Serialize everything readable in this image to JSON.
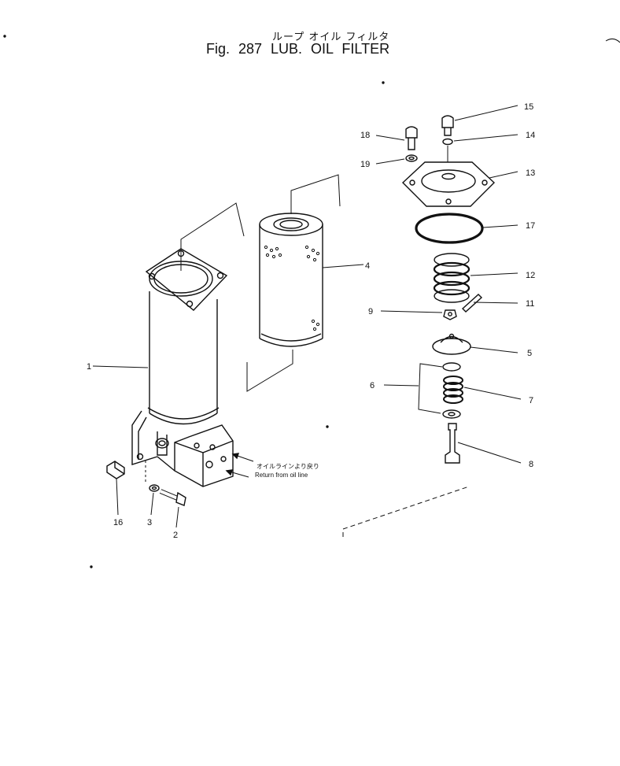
{
  "title": {
    "japanese": "ループ オイル フィルタ",
    "english": "Fig. 287  LUB.  OIL  FILTER"
  },
  "annotation": {
    "japanese": "オイルラインより戻り",
    "english": "Return from oil line"
  },
  "callouts": [
    {
      "id": "15",
      "label": "15"
    },
    {
      "id": "14",
      "label": "14"
    },
    {
      "id": "18",
      "label": "18"
    },
    {
      "id": "19",
      "label": "19"
    },
    {
      "id": "13",
      "label": "13"
    },
    {
      "id": "17",
      "label": "17"
    },
    {
      "id": "4",
      "label": "4"
    },
    {
      "id": "12",
      "label": "12"
    },
    {
      "id": "11",
      "label": "11"
    },
    {
      "id": "9",
      "label": "9"
    },
    {
      "id": "5",
      "label": "5"
    },
    {
      "id": "1",
      "label": "1"
    },
    {
      "id": "6",
      "label": "6"
    },
    {
      "id": "7",
      "label": "7"
    },
    {
      "id": "8",
      "label": "8"
    },
    {
      "id": "16",
      "label": "16"
    },
    {
      "id": "3",
      "label": "3"
    },
    {
      "id": "2",
      "label": "2"
    }
  ]
}
